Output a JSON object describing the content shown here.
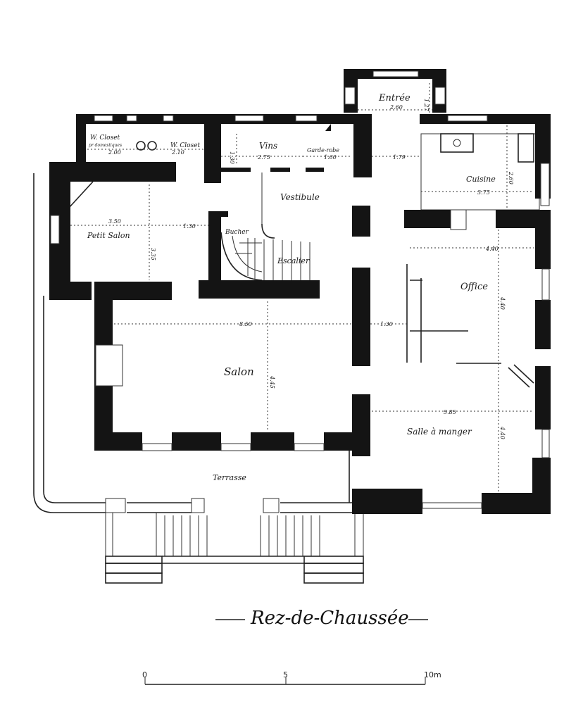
{
  "title": "Rez-de-Chaussée",
  "rooms": {
    "entree": "Entrée",
    "wc_domestiques": "W. Closet",
    "wc_domestiques_sub": "pr domestiques",
    "wc": "W. Closet",
    "vins": "Vins",
    "garde_robe": "Garde-robe",
    "cuisine": "Cuisine",
    "vestibule": "Vestibule",
    "petit_salon": "Petit Salon",
    "bucher": "Bucher",
    "escalier": "Escalier",
    "office": "Office",
    "salon": "Salon",
    "salle_a_manger": "Salle à manger",
    "terrasse": "Terrasse"
  },
  "dimensions": {
    "entree_w": "2.60",
    "entree_h": "1.27",
    "wc_dom_w": "2.00",
    "wc_w": "2.10",
    "vins_w": "2.75",
    "vins_h": "1.30",
    "garde_robe_w": "1.60",
    "passage_w": "1.79",
    "cuisine_w": "3.75",
    "cuisine_h": "2.60",
    "petit_salon_w": "3.50",
    "petit_salon_h": "3.35",
    "passage2_w": "1.30",
    "office_w": "4.40",
    "office_h": "4.40",
    "salon_w": "8.50",
    "salon_h": "4.45",
    "passage3_w": "1.30",
    "salle_w": "5.85",
    "salle_h": "4.40"
  },
  "scale": {
    "start": "0",
    "mid": "5",
    "end": "10m"
  }
}
